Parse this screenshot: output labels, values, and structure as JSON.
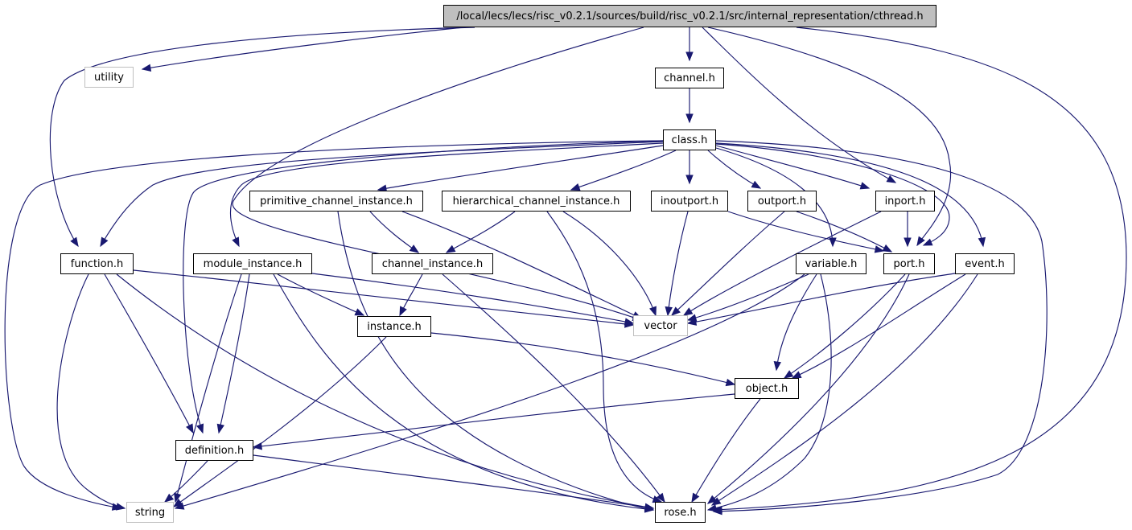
{
  "graph": {
    "nodes": [
      {
        "id": "cthread",
        "label": "/local/lecs/lecs/risc_v0.2.1/sources/build/risc_v0.2.1/src/internal_representation/cthread.h",
        "kind": "root"
      },
      {
        "id": "utility",
        "label": "utility",
        "kind": "external"
      },
      {
        "id": "channel",
        "label": "channel.h",
        "kind": "file"
      },
      {
        "id": "class",
        "label": "class.h",
        "kind": "file"
      },
      {
        "id": "primitive_channel_instance",
        "label": "primitive_channel_instance.h",
        "kind": "file"
      },
      {
        "id": "hierarchical_channel_instance",
        "label": "hierarchical_channel_instance.h",
        "kind": "file"
      },
      {
        "id": "inoutport",
        "label": "inoutport.h",
        "kind": "file"
      },
      {
        "id": "outport",
        "label": "outport.h",
        "kind": "file"
      },
      {
        "id": "inport",
        "label": "inport.h",
        "kind": "file"
      },
      {
        "id": "function",
        "label": "function.h",
        "kind": "file"
      },
      {
        "id": "module_instance",
        "label": "module_instance.h",
        "kind": "file"
      },
      {
        "id": "channel_instance",
        "label": "channel_instance.h",
        "kind": "file"
      },
      {
        "id": "variable",
        "label": "variable.h",
        "kind": "file"
      },
      {
        "id": "port",
        "label": "port.h",
        "kind": "file"
      },
      {
        "id": "event",
        "label": "event.h",
        "kind": "file"
      },
      {
        "id": "instance",
        "label": "instance.h",
        "kind": "file"
      },
      {
        "id": "vector",
        "label": "vector",
        "kind": "external"
      },
      {
        "id": "object",
        "label": "object.h",
        "kind": "file"
      },
      {
        "id": "definition",
        "label": "definition.h",
        "kind": "file"
      },
      {
        "id": "string",
        "label": "string",
        "kind": "external"
      },
      {
        "id": "rose",
        "label": "rose.h",
        "kind": "file"
      }
    ],
    "edges": [
      [
        "cthread",
        "utility"
      ],
      [
        "cthread",
        "channel"
      ],
      [
        "cthread",
        "function"
      ],
      [
        "cthread",
        "vector"
      ],
      [
        "cthread",
        "inport"
      ],
      [
        "cthread",
        "port"
      ],
      [
        "cthread",
        "rose"
      ],
      [
        "channel",
        "class"
      ],
      [
        "class",
        "primitive_channel_instance"
      ],
      [
        "class",
        "hierarchical_channel_instance"
      ],
      [
        "class",
        "inoutport"
      ],
      [
        "class",
        "outport"
      ],
      [
        "class",
        "inport"
      ],
      [
        "class",
        "function"
      ],
      [
        "class",
        "module_instance"
      ],
      [
        "class",
        "variable"
      ],
      [
        "class",
        "port"
      ],
      [
        "class",
        "event"
      ],
      [
        "class",
        "definition"
      ],
      [
        "class",
        "string"
      ],
      [
        "class",
        "rose"
      ],
      [
        "primitive_channel_instance",
        "channel_instance"
      ],
      [
        "primitive_channel_instance",
        "vector"
      ],
      [
        "primitive_channel_instance",
        "rose"
      ],
      [
        "hierarchical_channel_instance",
        "channel_instance"
      ],
      [
        "hierarchical_channel_instance",
        "vector"
      ],
      [
        "hierarchical_channel_instance",
        "rose"
      ],
      [
        "inoutport",
        "vector"
      ],
      [
        "inoutport",
        "port"
      ],
      [
        "outport",
        "vector"
      ],
      [
        "outport",
        "port"
      ],
      [
        "inport",
        "port"
      ],
      [
        "inport",
        "vector"
      ],
      [
        "function",
        "vector"
      ],
      [
        "function",
        "definition"
      ],
      [
        "function",
        "string"
      ],
      [
        "function",
        "rose"
      ],
      [
        "module_instance",
        "instance"
      ],
      [
        "module_instance",
        "vector"
      ],
      [
        "module_instance",
        "definition"
      ],
      [
        "module_instance",
        "string"
      ],
      [
        "module_instance",
        "rose"
      ],
      [
        "channel_instance",
        "instance"
      ],
      [
        "channel_instance",
        "rose"
      ],
      [
        "variable",
        "vector"
      ],
      [
        "variable",
        "object"
      ],
      [
        "variable",
        "string"
      ],
      [
        "variable",
        "rose"
      ],
      [
        "port",
        "object"
      ],
      [
        "port",
        "rose"
      ],
      [
        "event",
        "vector"
      ],
      [
        "event",
        "object"
      ],
      [
        "event",
        "rose"
      ],
      [
        "instance",
        "object"
      ],
      [
        "instance",
        "string"
      ],
      [
        "object",
        "definition"
      ],
      [
        "object",
        "rose"
      ],
      [
        "definition",
        "string"
      ],
      [
        "definition",
        "rose"
      ]
    ]
  }
}
